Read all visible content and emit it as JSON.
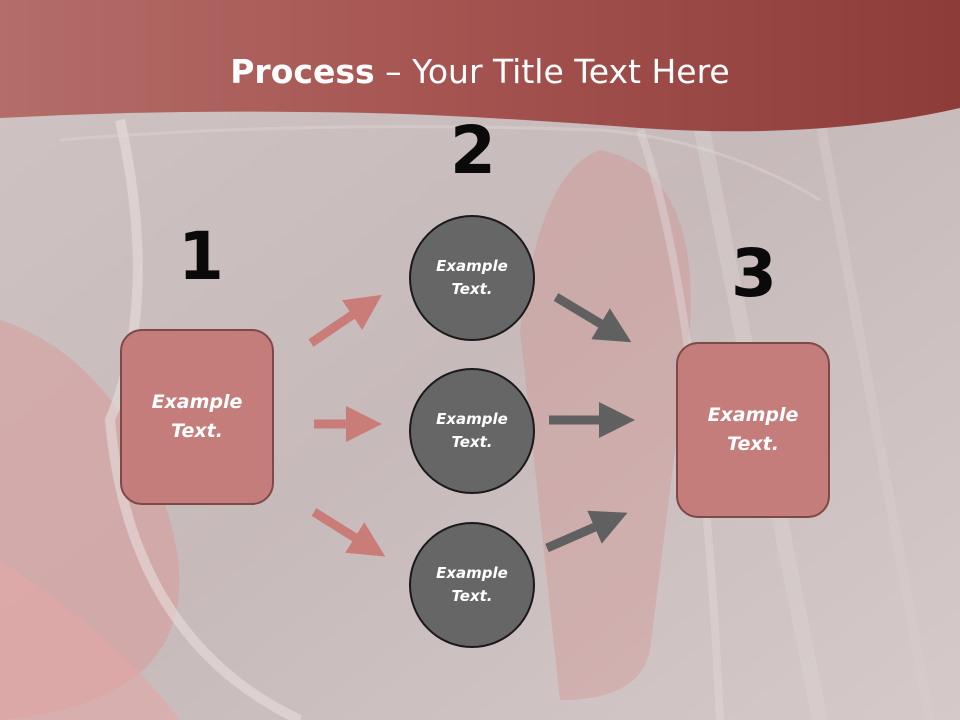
{
  "title": {
    "bold": "Process",
    "rest": " – Your Title Text Here"
  },
  "steps": {
    "one": "1",
    "two": "2",
    "three": "3"
  },
  "boxes": {
    "left": {
      "line1": "Example",
      "line2": "Text."
    },
    "right": {
      "line1": "Example",
      "line2": "Text."
    }
  },
  "circles": [
    {
      "line1": "Example",
      "line2": "Text."
    },
    {
      "line1": "Example",
      "line2": "Text."
    },
    {
      "line1": "Example",
      "line2": "Text."
    }
  ],
  "colors": {
    "header": "#9e4b49",
    "box_fill": "#c47d7a",
    "circle_fill": "#666666",
    "arrow_pink": "#c97c78",
    "arrow_gray": "#606060"
  }
}
